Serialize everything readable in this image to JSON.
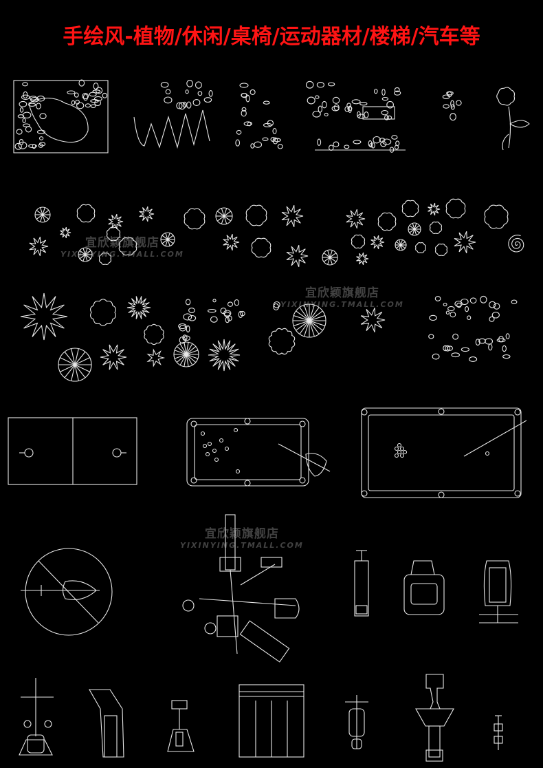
{
  "title": "手绘风-植物/休闲/桌椅/运动器材/楼梯/汽车等",
  "watermark": {
    "cn": "宜欣颖旗舰店",
    "en": "YIXINYING.TMALL.COM"
  },
  "colors": {
    "background": "#000000",
    "title": "#ff1414",
    "line_art": "#e8e8e8"
  }
}
